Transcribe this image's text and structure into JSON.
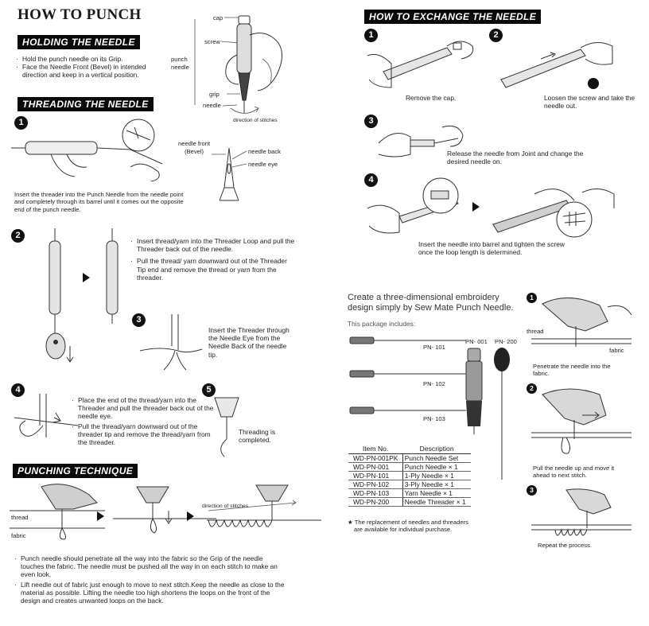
{
  "left": {
    "title": "HOW TO PUNCH",
    "holding": {
      "header": "HOLDING THE NEEDLE",
      "bullets": [
        "Hold the punch needle on its Grip.",
        "Face the Needle Front (Bevel) in intended direction and keep in a vertical position."
      ],
      "labels": {
        "cap": "cap",
        "screw": "screw",
        "punch_needle_1": "punch",
        "punch_needle_2": "needle",
        "grip": "grip",
        "needle": "needle",
        "direction": "direction of stitches"
      }
    },
    "threading": {
      "header": "THREADING THE NEEDLE",
      "step1": {
        "num": "1",
        "text": "Insert the threader into the Punch Needle from the needle point and completely through its barrel until it comes out the opposite end of the punch needle."
      },
      "needle_labels": {
        "front_1": "needle front",
        "front_2": "(Bevel)",
        "back": "needle back",
        "eye": "needle eye"
      },
      "step2": {
        "num": "2",
        "bullets": [
          "Insert thread/yarn into the Threader Loop and pull the Threader back out of the needle.",
          "Pull the thread/ yarn downward out of the Threader Tip end and remove the thread or yarn from the threader."
        ]
      },
      "step3": {
        "num": "3",
        "text": "Insert the Threader through the Needle Eye from the Needle Back of the needle tip."
      },
      "step4": {
        "num": "4",
        "bullets": [
          "Place the end of the thread/yarn into the Threader and pull the threader back out of the needle eye.",
          "Pull the thread/yarn downward out of the threader tip and remove the thread/yarn from the threader."
        ]
      },
      "step5": {
        "num": "5",
        "text": "Threading is completed."
      }
    },
    "punching": {
      "header": "PUNCHING TECHNIQUE",
      "labels": {
        "thread": "thread",
        "fabric": "fabric",
        "direction": "direction of stitches"
      },
      "bullets": [
        "Punch needle should penetrate all the way into the fabric so the Grip of the needle touches the fabric. The needle must be pushed all the way in on each stitch to make an even look.",
        "Lift needle out of fabric just enough to move to next stitch.Keep the needle as close to the material as possible. Lifting the needle too high shortens the loops on the front of the design and creates unwanted loops on the back."
      ]
    }
  },
  "right": {
    "exchange": {
      "header": "HOW TO EXCHANGE THE NEEDLE",
      "step1": {
        "num": "1",
        "text": "Remove the cap."
      },
      "step2": {
        "num": "2",
        "text": "Loosen the screw and take the needle out."
      },
      "step3": {
        "num": "3",
        "text": "Release the needle from Joint and change the desired needle on."
      },
      "step4": {
        "num": "4",
        "text": "Insert the needle into barrel and tighten the screw once the loop length is determined."
      }
    },
    "intro": {
      "line1": "Create a three-dimensional embroidery",
      "line2": "design simply by Sew Mate Punch Needle.",
      "package": "This package includes:"
    },
    "needles": {
      "pn101": "PN- 101",
      "pn102": "PN- 102",
      "pn103": "PN- 103",
      "pn001": "PN- 001",
      "pn200": "PN- 200"
    },
    "table": {
      "headers": [
        "Item No.",
        "Description"
      ],
      "rows": [
        [
          "WD-PN-001PK",
          "Punch Needle Set"
        ],
        [
          "WD-PN-001",
          "Punch Needle × 1"
        ],
        [
          "WD-PN-101",
          "1-Ply Needle × 1"
        ],
        [
          "WD-PN-102",
          "3-Ply Needle × 1"
        ],
        [
          "WD-PN-103",
          "Yarn Needle × 1"
        ],
        [
          "WD-PN-200",
          "Needle Threader × 1"
        ]
      ],
      "note_1": "★ The replacement of needles and threaders",
      "note_2": "are available for individual purchase."
    },
    "process": {
      "labels": {
        "thread": "thread",
        "fabric": "fabric"
      },
      "step1": {
        "num": "1",
        "text": "Penetrate the needle into the fabric."
      },
      "step2": {
        "num": "2",
        "text": "Pull the needle up and move it ahead to next stitch."
      },
      "step3": {
        "num": "3",
        "text": "Repeat the process."
      }
    }
  }
}
